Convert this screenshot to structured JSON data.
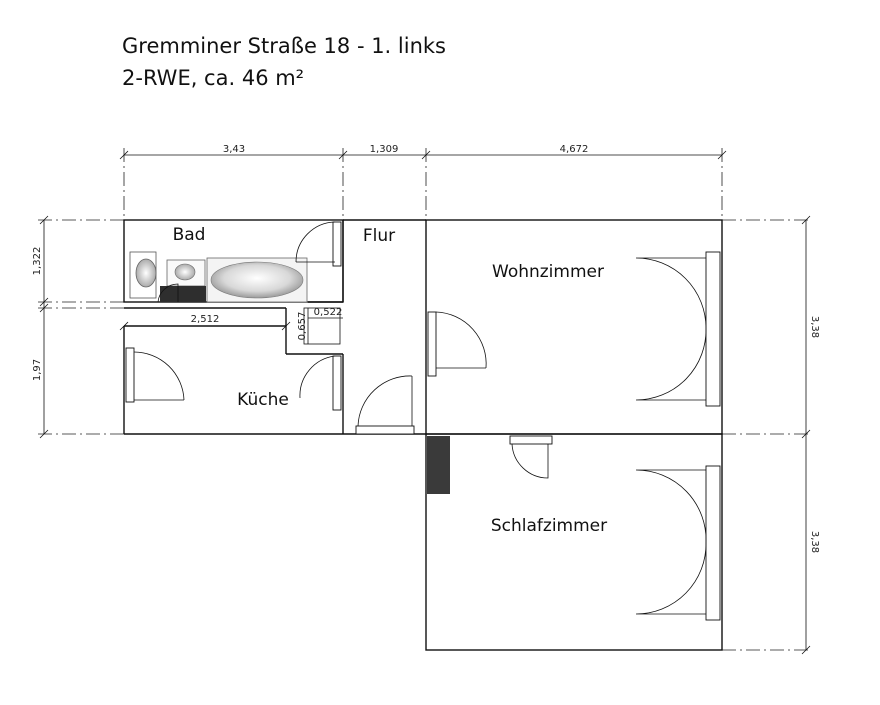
{
  "header": {
    "title_line1": "Gremminer Straße 18 - 1. links",
    "title_line2": "2-RWE, ca. 46 m²"
  },
  "rooms": {
    "bad": "Bad",
    "flur": "Flur",
    "wohnzimmer": "Wohnzimmer",
    "kueche": "Küche",
    "schlafzimmer": "Schlafzimmer"
  },
  "dimensions": {
    "top_bad": "3,43",
    "top_flur": "1,309",
    "top_wohn": "4,672",
    "left_bad": "1,322",
    "left_kueche": "1,97",
    "right_wohn": "3,38",
    "right_schlaf": "3,38",
    "kueche_width": "2,512",
    "niche_width": "0,522",
    "niche_depth": "0,657"
  },
  "colors": {
    "wall": "#111111",
    "chimney": "#3a3a3a",
    "background": "#ffffff"
  }
}
